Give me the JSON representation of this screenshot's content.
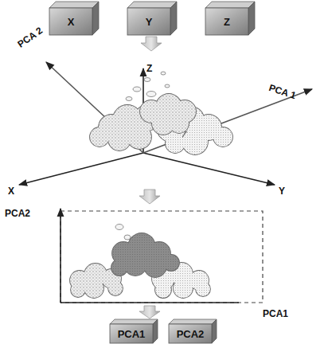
{
  "diagram": {
    "nodes": [
      {
        "text": [
          "X"
        ]
      },
      {
        "text": [
          "Y"
        ]
      },
      {
        "text": [
          "Z"
        ]
      },
      {
        "text": [
          "PCA1"
        ]
      },
      {
        "text": [
          "PCA2"
        ]
      }
    ],
    "labels": [
      "Z",
      "PCA 2",
      "PCA 1",
      "X",
      "Y",
      "PCA2",
      "PCA1"
    ]
  }
}
